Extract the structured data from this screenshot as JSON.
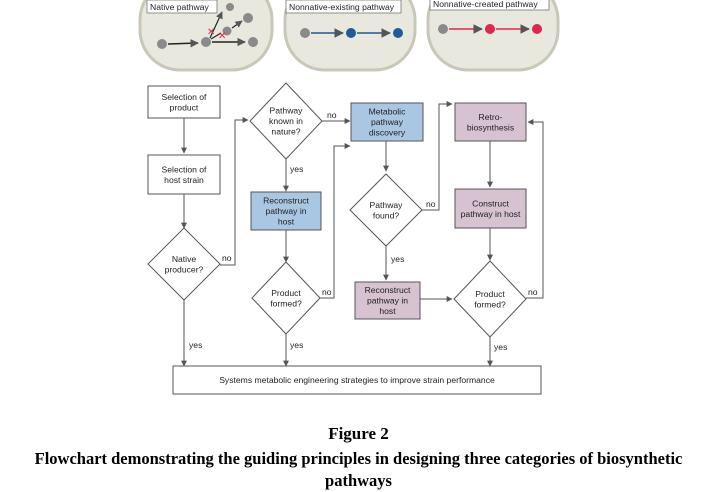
{
  "colors": {
    "white_box": "#ffffff",
    "blue_box": "#a9c7e2",
    "mauve_box": "#d6c2d1",
    "line": "#555555",
    "native_dot": "#8a8a8a",
    "existing_dot": "#1f5b95",
    "created_dot": "#e0274a",
    "cell_fill": "#e9e8df",
    "cell_edge": "#c9c7b8"
  },
  "cells": [
    {
      "label": "Native pathway",
      "kind": "native"
    },
    {
      "label": "Nonnative-existing pathway",
      "kind": "existing"
    },
    {
      "label": "Nonnative-created pathway",
      "kind": "created"
    }
  ],
  "nodes": [
    {
      "id": "sel-product",
      "shape": "rect",
      "style": "white",
      "lines": [
        "Selection of",
        "product"
      ]
    },
    {
      "id": "sel-host",
      "shape": "rect",
      "style": "white",
      "lines": [
        "Selection of",
        "host strain"
      ]
    },
    {
      "id": "native-producer",
      "shape": "diamond",
      "style": "white",
      "lines": [
        "Native",
        "producer?"
      ]
    },
    {
      "id": "known",
      "shape": "diamond",
      "style": "white",
      "lines": [
        "Pathway",
        "known in",
        "nature?"
      ]
    },
    {
      "id": "reconstruct-1",
      "shape": "rect",
      "style": "blue",
      "lines": [
        "Reconstruct",
        "pathway in",
        "host"
      ]
    },
    {
      "id": "formed-1",
      "shape": "diamond",
      "style": "white",
      "lines": [
        "Product",
        "formed?"
      ]
    },
    {
      "id": "discovery",
      "shape": "rect",
      "style": "blue",
      "lines": [
        "Metabolic",
        "pathway",
        "discovery"
      ]
    },
    {
      "id": "found",
      "shape": "diamond",
      "style": "white",
      "lines": [
        "Pathway",
        "found?"
      ]
    },
    {
      "id": "reconstruct-2",
      "shape": "rect",
      "style": "mauve",
      "lines": [
        "Reconstruct",
        "pathway in",
        "host"
      ]
    },
    {
      "id": "retro",
      "shape": "rect",
      "style": "mauve",
      "lines": [
        "Retro-",
        "biosynthesis"
      ]
    },
    {
      "id": "construct",
      "shape": "rect",
      "style": "mauve",
      "lines": [
        "Construct",
        "pathway in host"
      ]
    },
    {
      "id": "formed-2",
      "shape": "diamond",
      "style": "white",
      "lines": [
        "Product",
        "formed?"
      ]
    },
    {
      "id": "systems",
      "shape": "rect",
      "style": "white",
      "lines": [
        "Systems metabolic engineering strategies to improve strain performance"
      ]
    }
  ],
  "edge_labels": {
    "no": "no",
    "yes": "yes"
  },
  "figure": {
    "number": "Figure 2",
    "title": "Flowchart demonstrating the guiding principles in designing three categories of biosynthetic pathways"
  }
}
